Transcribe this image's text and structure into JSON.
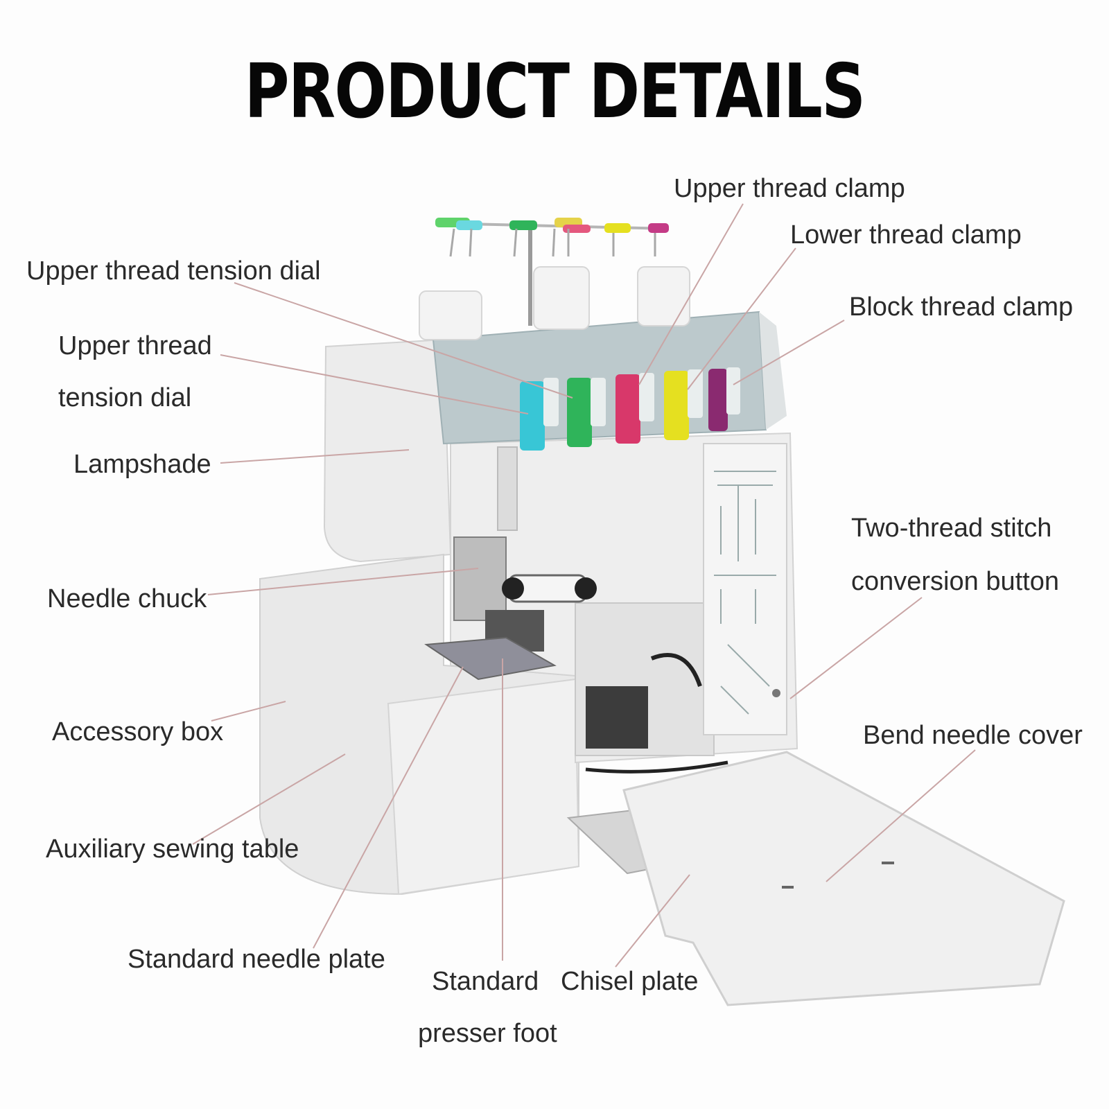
{
  "title": "PRODUCT DETAILS",
  "labels": {
    "upper_thread_clamp": "Upper thread clamp",
    "lower_thread_clamp": "Lower thread clamp",
    "block_thread_clamp": "Block thread clamp",
    "upper_thread_tension_dial": "Upper thread tension dial",
    "upper_thread_line1": "Upper thread",
    "upper_thread_line2": "tension dial",
    "lampshade": "Lampshade",
    "needle_chuck": "Needle chuck",
    "two_thread_line1": "Two-thread stitch",
    "two_thread_line2": "conversion button",
    "accessory_box": "Accessory box",
    "auxiliary_sewing_table": "Auxiliary sewing table",
    "bend_needle_cover": "Bend needle cover",
    "standard_needle_plate": "Standard needle plate",
    "standard_presser_foot_line1": "Standard",
    "standard_presser_foot_line2": "presser foot",
    "chisel_plate": "Chisel plate"
  },
  "colors": {
    "title": "#070707",
    "label_text": "#2a2a2a",
    "leader_line": "#c9a5a5",
    "machine_body": "#ebebeb",
    "panel": "#bcc9cc",
    "thread_cyan": "#38c6d6",
    "thread_green": "#2fb45a",
    "thread_red": "#d8386a",
    "thread_yellow": "#e5e020",
    "thread_purple": "#8a2a70"
  }
}
